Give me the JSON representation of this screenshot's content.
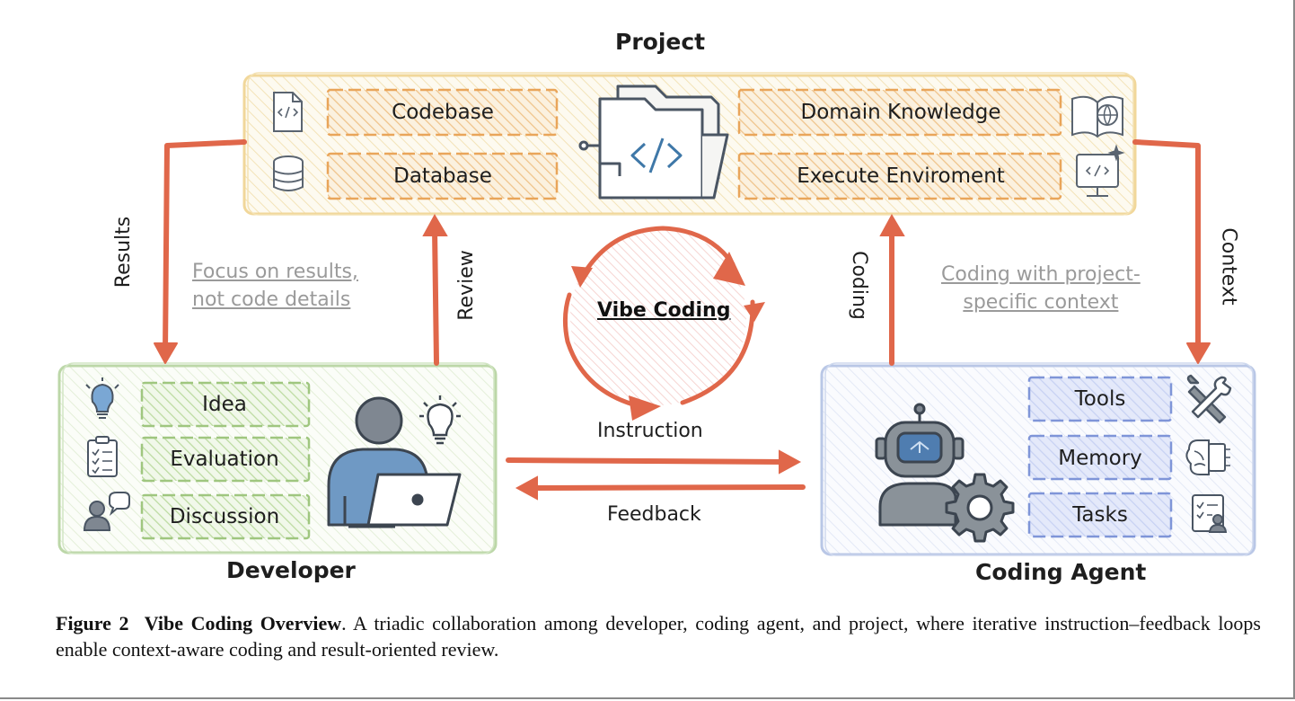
{
  "project": {
    "title": "Project",
    "items": [
      "Codebase",
      "Database",
      "Domain Knowledge",
      "Execute Enviroment"
    ]
  },
  "developer": {
    "title": "Developer",
    "items": [
      "Idea",
      "Evaluation",
      "Discussion"
    ]
  },
  "agent": {
    "title": "Coding Agent",
    "items": [
      "Tools",
      "Memory",
      "Tasks"
    ]
  },
  "arrows": {
    "results": "Results",
    "review": "Review",
    "coding": "Coding",
    "context": "Context",
    "instruction": "Instruction",
    "feedback": "Feedback"
  },
  "center": {
    "label": "Vibe Coding"
  },
  "notes": {
    "developer_line1": "Focus on results,",
    "developer_line2": "not code details",
    "agent_line1": "Coding with project-",
    "agent_line2": "specific context"
  },
  "caption": {
    "figure": "Figure 2",
    "title": "Vibe Coding Overview",
    "text": ". A triadic collaboration among developer, coding agent, and project, where iterative instruction–feedback loops enable context-aware coding and result-oriented review."
  },
  "colors": {
    "arrow": "#e0674a",
    "project_box": "#f1d79a",
    "developer_box": "#bcd7a8",
    "agent_box": "#b9c7e6",
    "project_chip": "#e9a55a",
    "developer_chip": "#9fc67f",
    "agent_chip": "#7f95d8"
  }
}
